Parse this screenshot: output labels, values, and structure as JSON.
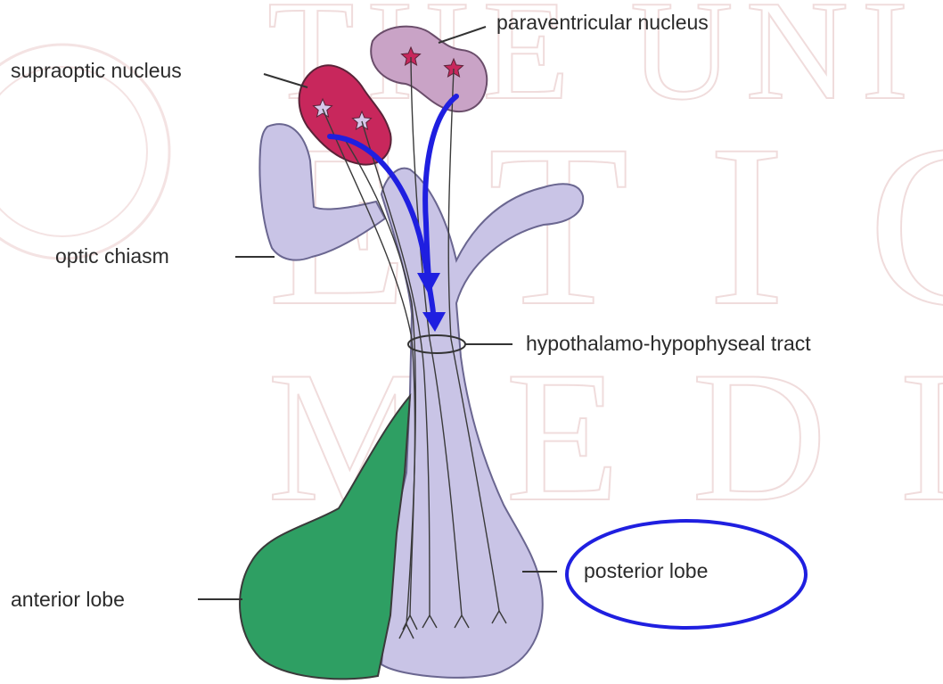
{
  "labels": {
    "paraventricular": "paraventricular nucleus",
    "supraoptic": "supraoptic nucleus",
    "optic_chiasm": "optic chiasm",
    "tract": "hypothalamo-hypophyseal tract",
    "posterior_lobe": "posterior lobe",
    "anterior_lobe": "anterior lobe"
  },
  "colors": {
    "posterior_pituitary": "#c9c4e6",
    "anterior_pituitary": "#2e9f63",
    "supraoptic_nucleus": "#c8275c",
    "paraventricular_nucleus": "#c9a3c6",
    "arrows": "#1f1fe0",
    "highlight_ellipse": "#1f1fe0"
  },
  "icons": {
    "neuron_body": "star-icon",
    "arrowhead": "arrow-down-icon"
  }
}
